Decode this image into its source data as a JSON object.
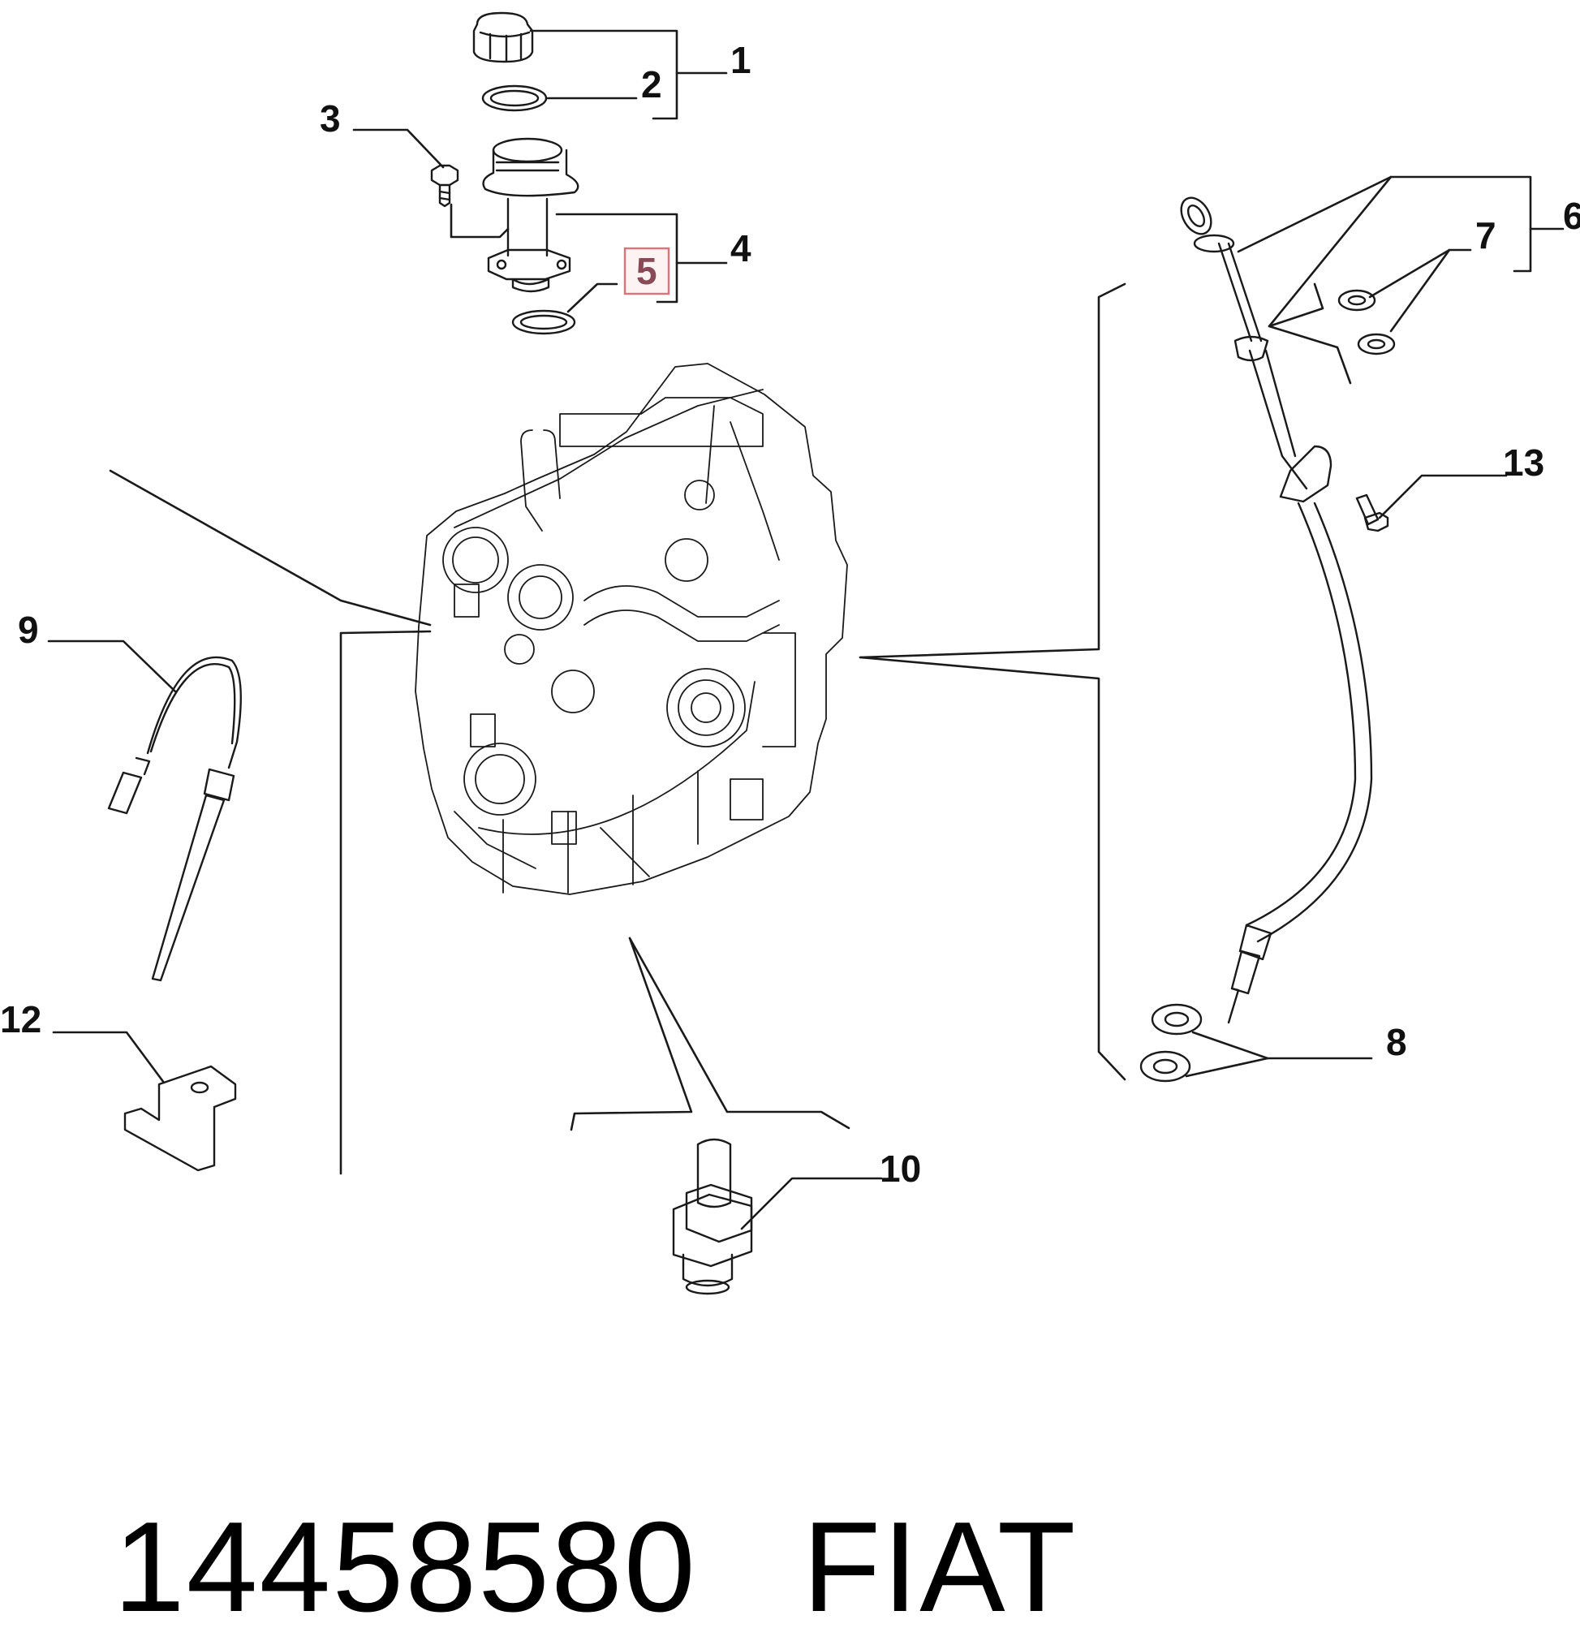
{
  "callouts": {
    "c1": "1",
    "c2": "2",
    "c3": "3",
    "c4": "4",
    "c5": "5",
    "c6": "6",
    "c7": "7",
    "c8": "8",
    "c9": "9",
    "c10": "10",
    "c12": "12",
    "c13": "13"
  },
  "highlighted_callout": "5",
  "footer": {
    "part_number": "14458580",
    "brand": "FIAT"
  },
  "colors": {
    "line": "#1a1a1a",
    "highlight": "#e0737a",
    "highlight_text": "#8a4a55"
  }
}
